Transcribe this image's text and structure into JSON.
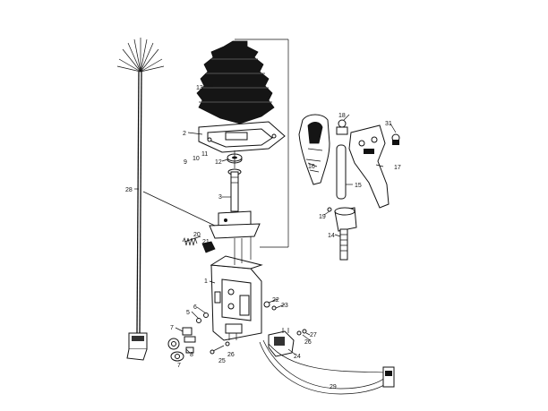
{
  "labels": {
    "p1": "1",
    "p2": "2",
    "p3": "3",
    "p5": "5",
    "p6": "6",
    "p7a": "7",
    "p7b": "7",
    "p8": "8",
    "p9": "9",
    "p10": "10",
    "p11": "11",
    "p12": "12",
    "p13": "13",
    "p14": "14",
    "p15": "15",
    "p16": "16",
    "p17": "17",
    "p18": "18",
    "p19": "19",
    "p20": "20",
    "p21": "21",
    "p22": "22",
    "p23": "23",
    "p24": "24",
    "p25": "25",
    "p26a": "26",
    "p26b": "26",
    "p27": "27",
    "p28": "28",
    "p29": "29",
    "p31": "31"
  }
}
